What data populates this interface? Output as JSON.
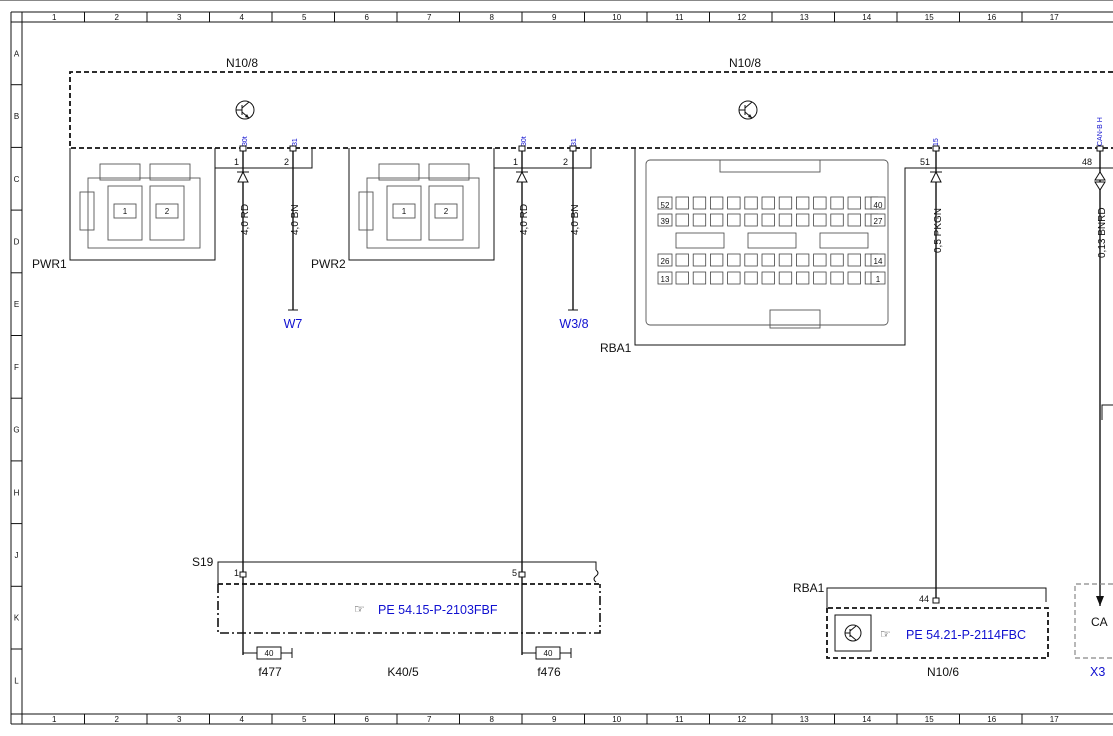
{
  "grid": {
    "columns": [
      "1",
      "2",
      "3",
      "4",
      "5",
      "6",
      "7",
      "8",
      "9",
      "10",
      "11",
      "12",
      "13",
      "14",
      "15",
      "16",
      "17"
    ],
    "rows": [
      "A",
      "B",
      "C",
      "D",
      "E",
      "F",
      "G",
      "H",
      "J",
      "K",
      "L"
    ]
  },
  "modules": {
    "n10_8_left": "N10/8",
    "n10_8_right": "N10/8",
    "n10_6": "N10/6",
    "k40_5": "K40/5",
    "s19": "S19"
  },
  "connectors": {
    "pwr1": "PWR1",
    "pwr2": "PWR2",
    "rba1_top": "RBA1",
    "rba1_bottom": "RBA1"
  },
  "pins": {
    "pwr1_a": "1",
    "pwr1_b": "2",
    "pwr2_a": "1",
    "pwr2_b": "2",
    "rba1_a": "51",
    "rba1_b": "48",
    "s19_a": "1",
    "s19_b": "5",
    "rba1_k": "44",
    "pwr1_inner_a": "1",
    "pwr1_inner_b": "2",
    "pwr2_inner_a": "1",
    "pwr2_inner_b": "2"
  },
  "terminals": {
    "t1": "30t",
    "t2": "31",
    "t3": "30t",
    "t4": "31",
    "t5": "15",
    "t6": "CAN-B H"
  },
  "wires": {
    "w1": "4,0 RD",
    "w2": "4,0 BN",
    "w3": "4,0 RD",
    "w4": "4,0 BN",
    "w5": "0,5 PKGN",
    "w6": "0,13 BNRD"
  },
  "grounds": {
    "g1": "W7",
    "g2": "W3/8"
  },
  "fuses": {
    "f477_rating": "40",
    "f477_name": "f477",
    "f476_rating": "40",
    "f476_name": "f476"
  },
  "references": {
    "ref1": "PE 54.15-P-2103FBF",
    "ref2": "PE 54.21-P-2114FBC"
  },
  "rba1_pin_numbers": {
    "p52": "52",
    "p40": "40",
    "p39": "39",
    "p27": "27",
    "p26": "26",
    "p14": "14",
    "p13": "13",
    "p1": "1"
  },
  "edge": {
    "can_box": "CA",
    "x3": "X3"
  },
  "colors": {
    "line": "#111111",
    "link_blue": "#1010d0"
  }
}
